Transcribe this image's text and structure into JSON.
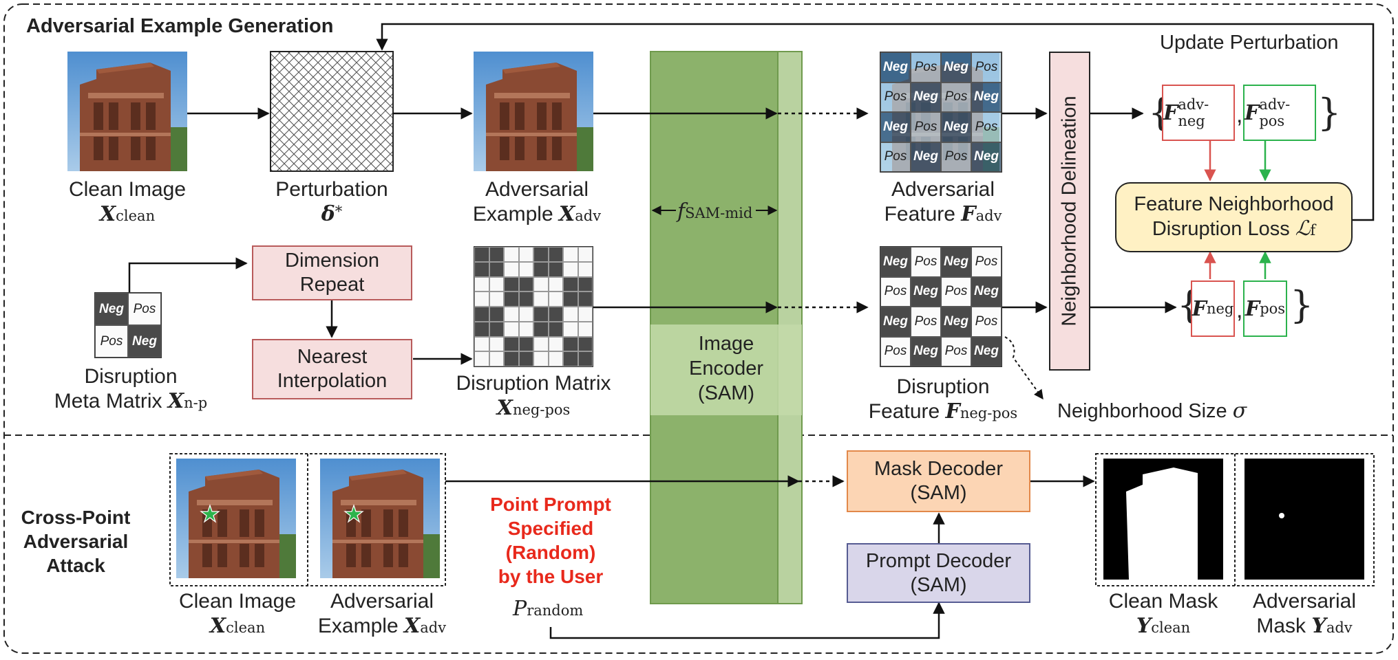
{
  "sections": {
    "top_title": "Adversarial Example Generation",
    "bottom_title": [
      "Cross-Point",
      "Adversarial",
      "Attack"
    ]
  },
  "top": {
    "clean_image": {
      "name": "Clean Image",
      "sym": "X",
      "sub": "clean"
    },
    "perturbation": {
      "name": "Perturbation",
      "sym": "δ",
      "sup": "*"
    },
    "adv_example": {
      "line1": "Adversarial",
      "line2": "Example",
      "sym": "X",
      "sub": "adv"
    },
    "meta_matrix": {
      "line1": "Disruption",
      "line2": "Meta Matrix",
      "sym": "X",
      "sub": "n-p",
      "cells": [
        "Neg",
        "Pos",
        "Pos",
        "Neg"
      ]
    },
    "dimension_repeat": [
      "Dimension",
      "Repeat"
    ],
    "nearest_interp": [
      "Nearest",
      "Interpolation"
    ],
    "disruption_matrix": {
      "name": "Disruption Matrix",
      "sym": "X",
      "sub": "neg-pos"
    },
    "encoder": {
      "label": [
        "Image",
        "Encoder",
        "(SAM)"
      ],
      "fsam": "f",
      "fsam_sub": "SAM-mid"
    },
    "adv_feature": {
      "line1": "Adversarial",
      "line2": "Feature",
      "sym": "F",
      "sub": "adv",
      "cells": [
        "Neg",
        "Pos",
        "Neg",
        "Pos",
        "Pos",
        "Neg",
        "Pos",
        "Neg",
        "Neg",
        "Pos",
        "Neg",
        "Pos",
        "Pos",
        "Neg",
        "Pos",
        "Neg"
      ]
    },
    "disruption_feature": {
      "line1": "Disruption",
      "line2": "Feature",
      "sym": "F",
      "sub": "neg-pos",
      "cells": [
        "Neg",
        "Pos",
        "Neg",
        "Pos",
        "Pos",
        "Neg",
        "Pos",
        "Neg",
        "Neg",
        "Pos",
        "Neg",
        "Pos",
        "Pos",
        "Neg",
        "Pos",
        "Neg"
      ]
    },
    "neighborhood_delineation": "Neighborhood Delineation",
    "neighborhood_size": {
      "text": "Neighborhood Size",
      "sym": "σ"
    },
    "update_perturbation": "Update Perturbation",
    "f_adv_neg": {
      "sym": "F",
      "sub": "adv-neg"
    },
    "f_adv_pos": {
      "sym": "F",
      "sub": "adv-pos"
    },
    "f_neg": {
      "sym": "F",
      "sub": "neg"
    },
    "f_pos": {
      "sym": "F",
      "sub": "pos"
    },
    "loss": {
      "line1": "Feature Neighborhood",
      "line2": "Disruption Loss",
      "sym": "ℒ",
      "sub": "f"
    }
  },
  "bottom": {
    "clean_image": {
      "name": "Clean Image",
      "sym": "X",
      "sub": "clean"
    },
    "adv_example": {
      "line1": "Adversarial",
      "line2": "Example",
      "sym": "X",
      "sub": "adv"
    },
    "prompt": [
      "Point Prompt",
      "Specified",
      "(Random)",
      "by the User"
    ],
    "p_random": {
      "sym": "P",
      "sub": "random"
    },
    "mask_decoder": [
      "Mask Decoder",
      "(SAM)"
    ],
    "prompt_decoder": [
      "Prompt Decoder",
      "(SAM)"
    ],
    "clean_mask": {
      "line1": "Clean Mask",
      "sym": "Y",
      "sub": "clean"
    },
    "adv_mask": {
      "line1": "Adversarial",
      "line2": "Mask",
      "sym": "Y",
      "sub": "adv"
    }
  },
  "colors": {
    "encoder_green": "#8cb26b",
    "encoder_green_light": "#b9d2a0",
    "prompt_red": "#e8291c",
    "arrow_red": "#d9534f",
    "arrow_green": "#2bb24c",
    "pink": "#f6dede",
    "orange": "#fcd5b4",
    "lavender": "#d9d6ea",
    "yellow": "#fff1c4"
  }
}
